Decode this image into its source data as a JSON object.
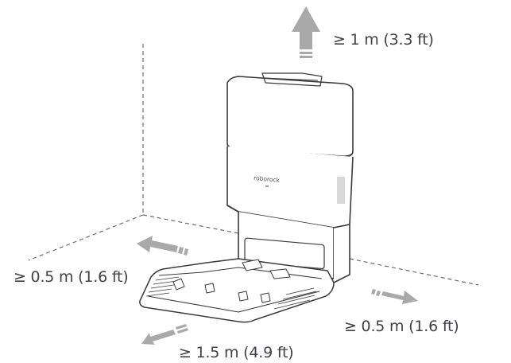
{
  "diagram": {
    "subject": "Docking station placement clearance",
    "brand_mark": "roborock",
    "colors": {
      "text": "#414249",
      "arrow": "#a8a9ab",
      "outline": "#3a3a3a",
      "dashed_guide": "#6b6b6b"
    },
    "clearances": [
      {
        "direction": "up",
        "label": "≥ 1 m (3.3 ft)"
      },
      {
        "direction": "left",
        "label": "≥ 0.5 m (1.6 ft)"
      },
      {
        "direction": "right",
        "label": "≥ 0.5 m (1.6 ft)"
      },
      {
        "direction": "front",
        "label": "≥ 1.5 m (4.9 ft)"
      }
    ]
  }
}
